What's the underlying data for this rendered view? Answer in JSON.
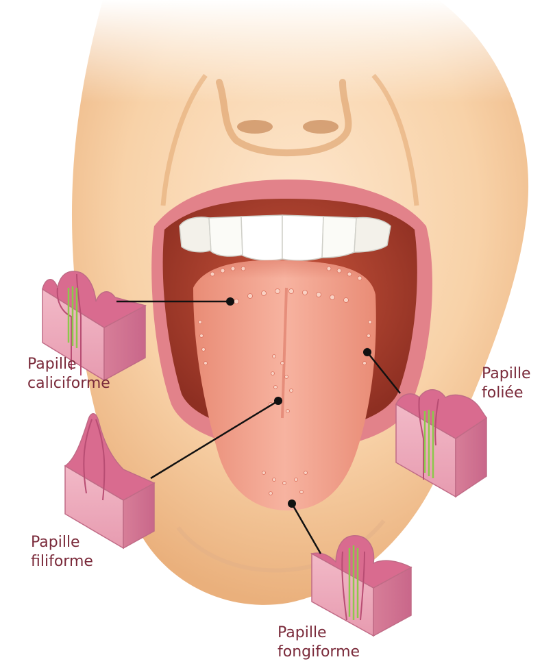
{
  "colors": {
    "label_text": "#7a2a3a",
    "skin_light": "#fde2c4",
    "skin_mid": "#f4c59a",
    "skin_shadow": "#d9985f",
    "lip": "#e2828a",
    "mouth_interior": "#b5442f",
    "tongue": "#f2a08c",
    "tongue_dark": "#d9705d",
    "teeth": "#fbfbf7",
    "tissue_pink": "#e9a3b6",
    "tissue_top": "#d45f86",
    "nerve_green": "#8cc84b",
    "leader_line": "#111111"
  },
  "labels": {
    "caliciforme": [
      "Papille",
      "caliciforme"
    ],
    "foliee": [
      "Papille",
      "foliée"
    ],
    "filiforme": [
      "Papille",
      "filiforme"
    ],
    "fongiforme": [
      "Papille",
      "fongiforme"
    ]
  }
}
